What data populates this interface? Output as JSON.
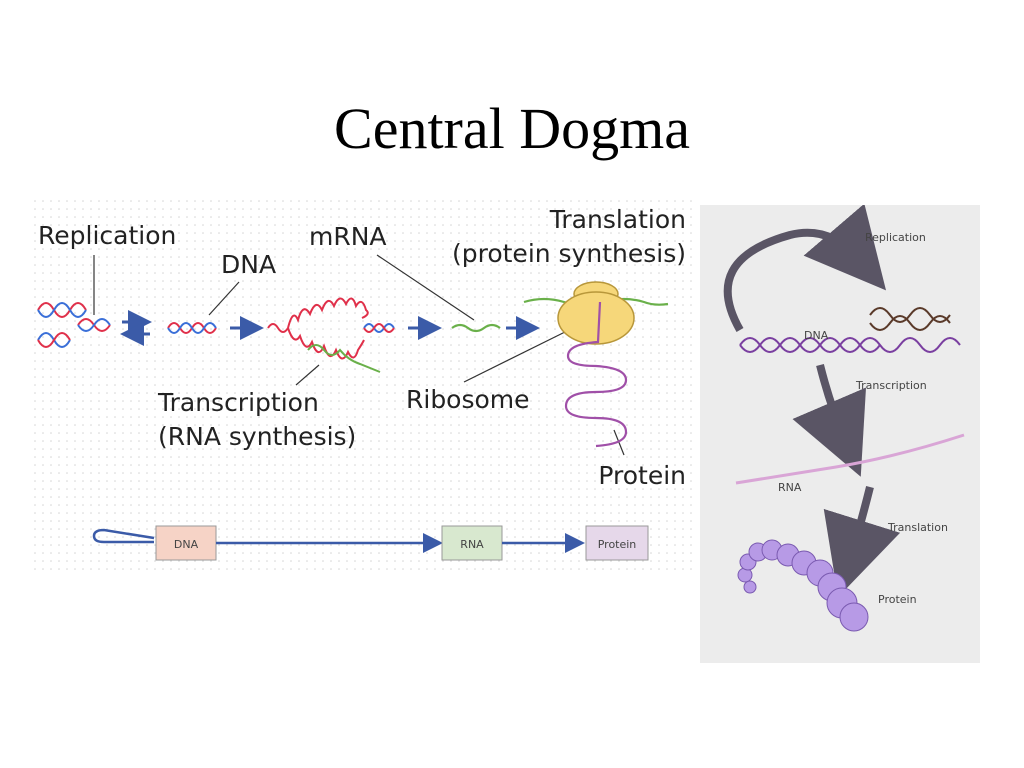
{
  "slide": {
    "title": "Central Dogma"
  },
  "left_figure": {
    "labels": {
      "replication": "Replication",
      "dna": "DNA",
      "mrna": "mRNA",
      "translation_line1": "Translation",
      "translation_line2": "(protein synthesis)",
      "transcription_line1": "Transcription",
      "transcription_line2": "(RNA synthesis)",
      "ribosome": "Ribosome",
      "protein": "Protein"
    },
    "flow_boxes": {
      "dna": "DNA",
      "rna": "RNA",
      "protein": "Protein"
    },
    "colors": {
      "dna_strand_a": "#e0304a",
      "dna_strand_b": "#3a6fd8",
      "mrna": "#6ab04a",
      "protein": "#a050a8",
      "ribosome": "#f6d77a",
      "arrow": "#3b5ba8",
      "box_dna": "#f6d3c6",
      "box_rna": "#d8e8cf",
      "box_protein": "#e6d8ea"
    }
  },
  "right_figure": {
    "labels": {
      "replication": "Replication",
      "dna": "DNA",
      "transcription": "Transcription",
      "rna": "RNA",
      "translation": "Translation",
      "protein": "Protein"
    },
    "colors": {
      "background": "#ececec",
      "dna": "#7a3fa0",
      "rna": "#d9a5d6",
      "protein": "#b79ae6",
      "arrow": "#5a5565"
    }
  }
}
